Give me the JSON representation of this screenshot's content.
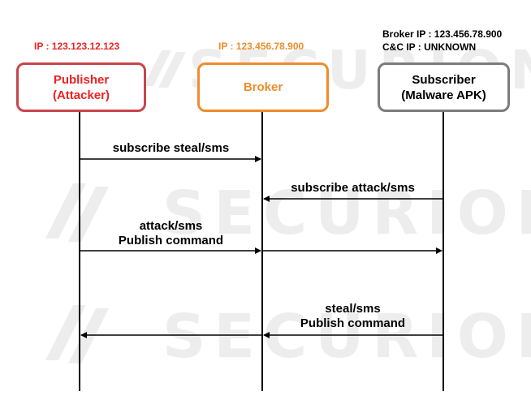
{
  "watermark": {
    "text": "SECURION"
  },
  "colors": {
    "publisher": "#c8454b",
    "publisher_ip": "#ee2222",
    "broker": "#ee8c2e",
    "subscriber": "#7c7c7c",
    "line": "#000000"
  },
  "ips": {
    "publisher": "IP : 123.123.12.123",
    "broker": "IP : 123.456.78.900",
    "subscriber_line1": "Broker IP : 123.456.78.900",
    "subscriber_line2": "C&C IP : UNKNOWN"
  },
  "participants": {
    "publisher": {
      "line1": "Publisher",
      "line2": "(Attacker)"
    },
    "broker": {
      "line1": "Broker"
    },
    "subscriber": {
      "line1": "Subscriber",
      "line2": "(Malware APK)"
    }
  },
  "messages": [
    {
      "line1": "subscribe steal/sms",
      "line2": ""
    },
    {
      "line1": "subscribe attack/sms",
      "line2": ""
    },
    {
      "line1": "attack/sms",
      "line2": "Publish command"
    },
    {
      "line1": "steal/sms",
      "line2": "Publish command"
    }
  ]
}
